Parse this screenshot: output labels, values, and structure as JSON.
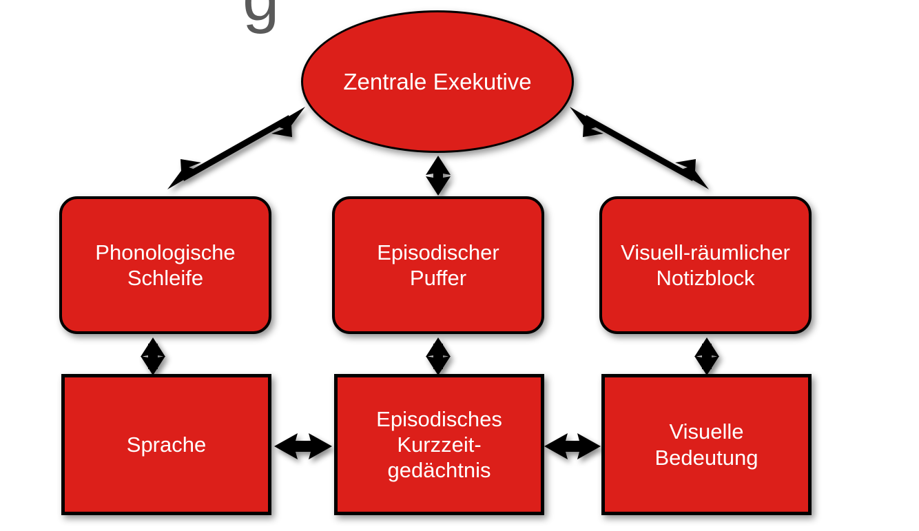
{
  "diagram": {
    "title_partial_cut": "g",
    "colors": {
      "node_fill": "#DC1F1A",
      "node_border": "#000000",
      "node_text": "#FFFFFF",
      "arrow": "#000000",
      "background": "#FFFFFF",
      "cut_glyph": "#5A5A5A"
    },
    "nodes": {
      "central_executive": "Zentrale Exekutive",
      "phonological_loop": "Phonologische\nSchleife",
      "episodic_buffer": "Episodischer\nPuffer",
      "visuospatial_sketchpad": "Visuell-räumlicher\nNotizblock",
      "language": "Sprache",
      "episodic_ltm": "Episodisches\nKurzzeit-\ngedächtnis",
      "visual_semantics": "Visuelle\nBedeutung"
    },
    "connections": [
      {
        "from": "central_executive",
        "to": "phonological_loop",
        "style": "double-arrow",
        "orientation": "diagonal-left"
      },
      {
        "from": "central_executive",
        "to": "episodic_buffer",
        "style": "double-arrow",
        "orientation": "vertical"
      },
      {
        "from": "central_executive",
        "to": "visuospatial_sketchpad",
        "style": "double-arrow",
        "orientation": "diagonal-right"
      },
      {
        "from": "phonological_loop",
        "to": "language",
        "style": "double-arrow",
        "orientation": "vertical"
      },
      {
        "from": "episodic_buffer",
        "to": "episodic_ltm",
        "style": "double-arrow",
        "orientation": "vertical"
      },
      {
        "from": "visuospatial_sketchpad",
        "to": "visual_semantics",
        "style": "double-arrow",
        "orientation": "vertical"
      },
      {
        "from": "language",
        "to": "episodic_ltm",
        "style": "double-arrow",
        "orientation": "horizontal"
      },
      {
        "from": "episodic_ltm",
        "to": "visual_semantics",
        "style": "double-arrow",
        "orientation": "horizontal"
      }
    ]
  }
}
